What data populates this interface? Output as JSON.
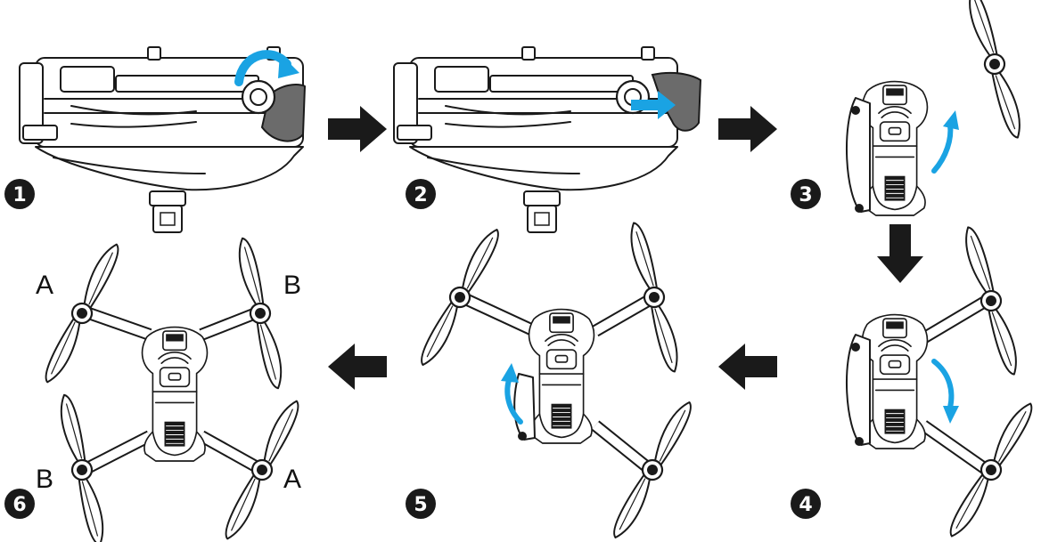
{
  "colors": {
    "ink": "#1a1a1a",
    "accent": "#1aa3e3",
    "arrow": "#1a1a1a"
  },
  "steps": [
    {
      "number": "1",
      "action": "rotate-cover"
    },
    {
      "number": "2",
      "action": "remove-cover"
    },
    {
      "number": "3",
      "action": "unfold-front-arm"
    },
    {
      "number": "4",
      "action": "unfold-rear-arm"
    },
    {
      "number": "5",
      "action": "unfold-arms"
    },
    {
      "number": "6",
      "action": "unfolded"
    }
  ],
  "motor_labels": {
    "front_left": "A",
    "front_right": "B",
    "rear_left": "B",
    "rear_right": "A"
  }
}
